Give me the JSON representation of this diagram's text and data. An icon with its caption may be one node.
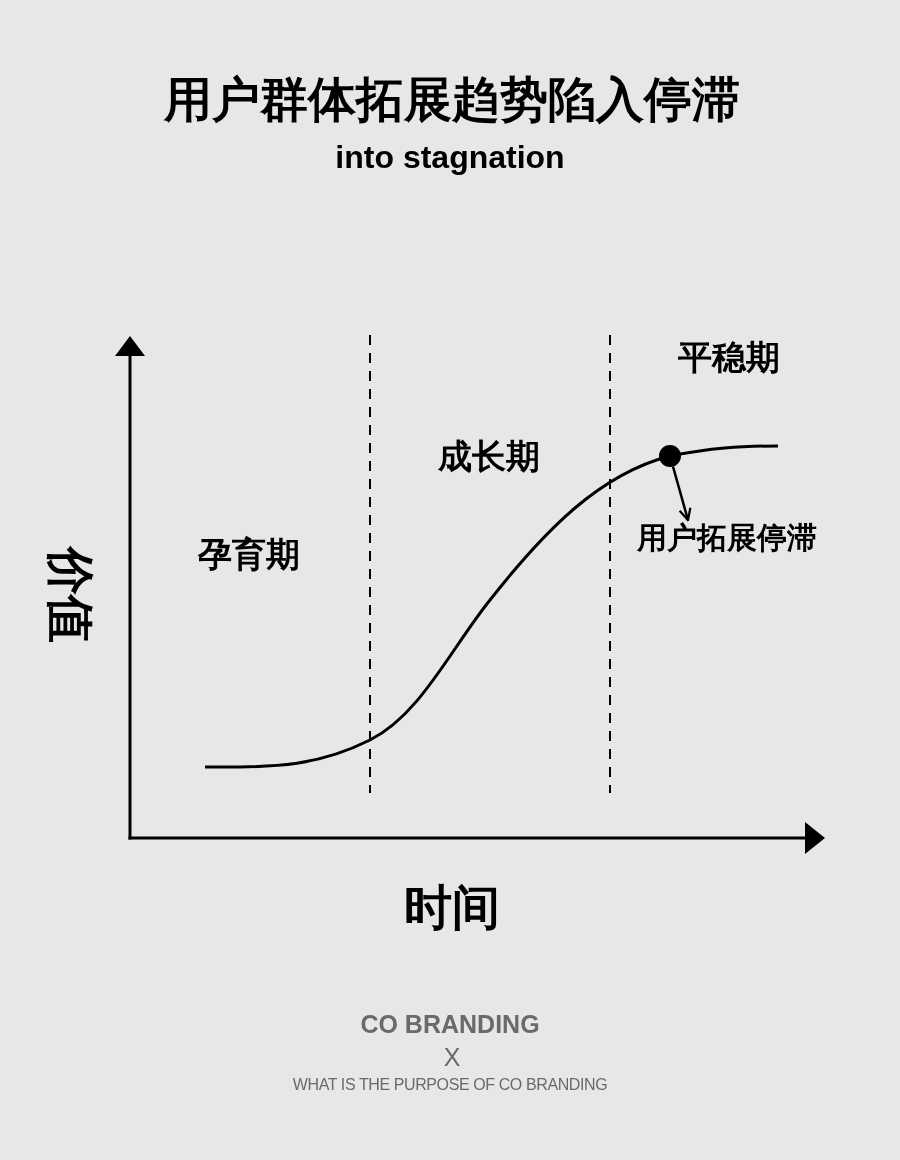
{
  "diagram": {
    "title": "用户群体拓展趋势陷入停滞",
    "nodes": [
      {
        "text": [],
        "shape": "circle"
      },
      {
        "text": [
          "用户拓展停滞"
        ]
      }
    ],
    "edges": [
      {
        "from": 0,
        "to": 1,
        "arrow": "to"
      }
    ],
    "labels": [
      "into stagnation",
      "平稳期",
      "成长期",
      "孕育期",
      "价值",
      "时间",
      "CO BRANDING",
      "X",
      "WHAT IS THE PURPOSE OF CO BRANDING"
    ]
  }
}
